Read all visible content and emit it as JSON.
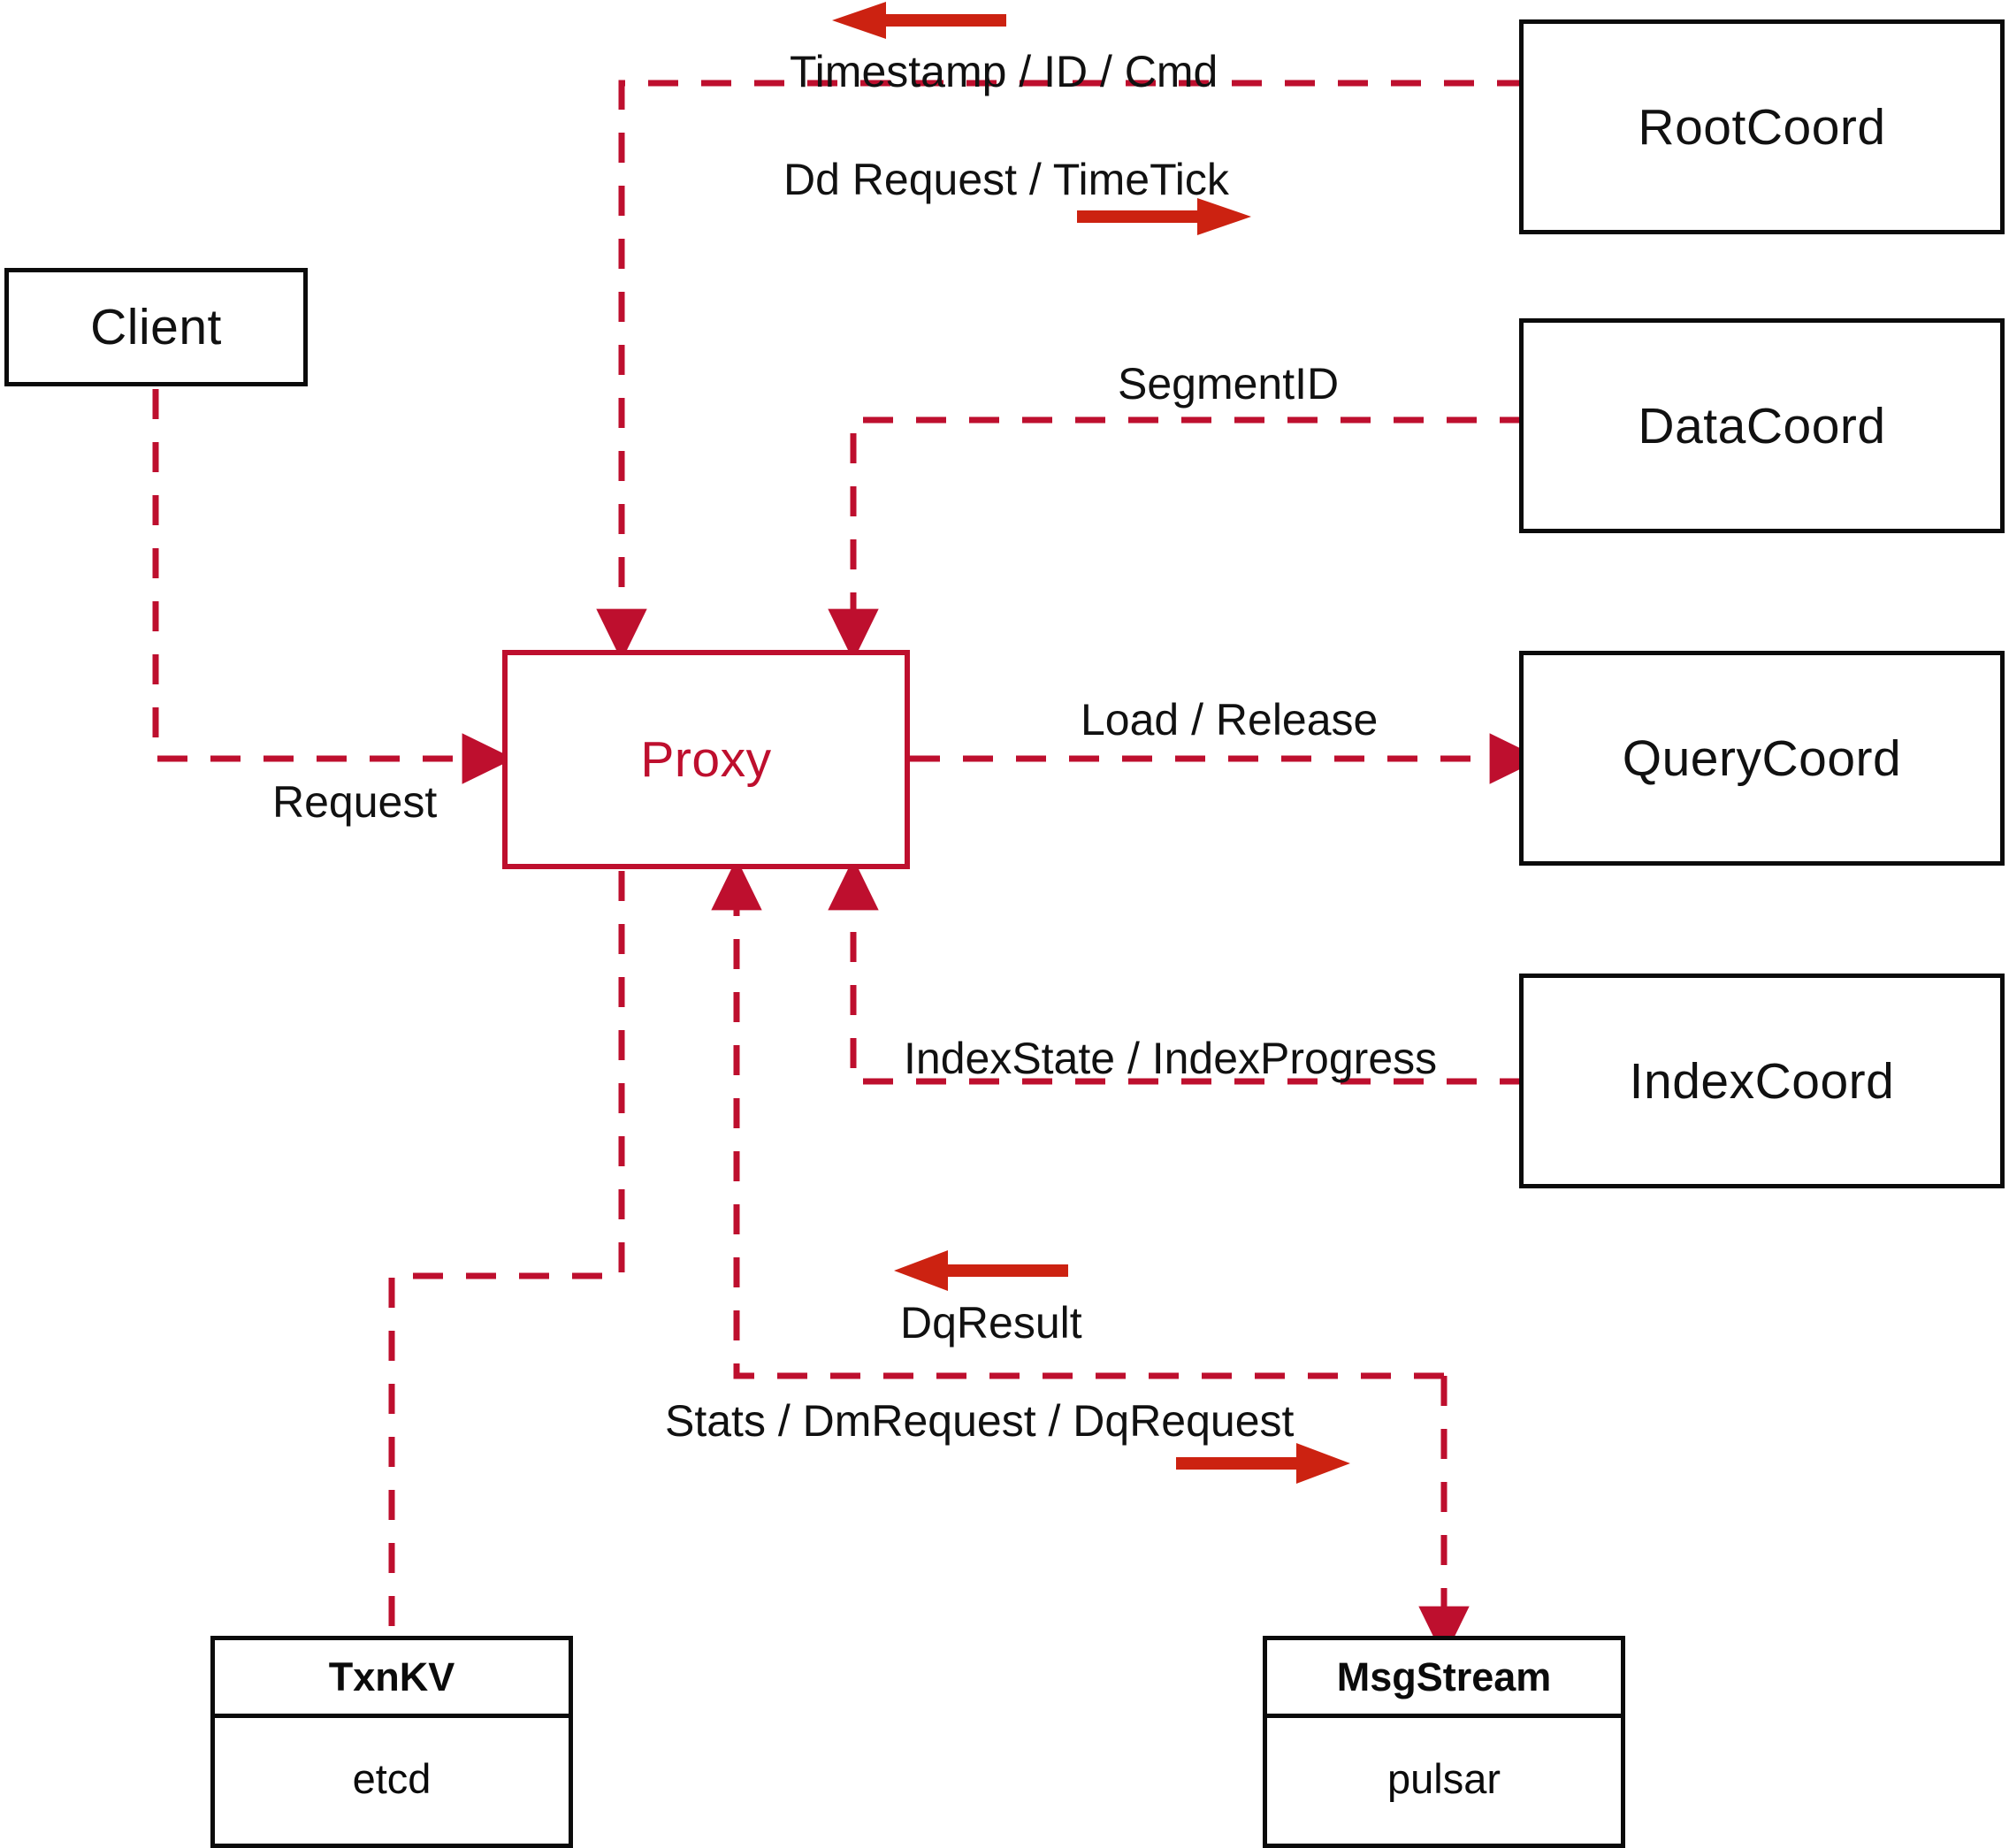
{
  "diagram": {
    "title": "Milvus Proxy interaction diagram",
    "colors": {
      "dashed_line": "#be0f2e",
      "proxy_stroke": "#be0f2e",
      "proxy_text": "#be0f2e",
      "solid_arrow": "#cc2211",
      "box_stroke": "#0b0b0b",
      "text": "#111111",
      "background": "#ffffff"
    },
    "nodes": [
      {
        "id": "client",
        "label": "Client"
      },
      {
        "id": "proxy",
        "label": "Proxy"
      },
      {
        "id": "rootcoord",
        "label": "RootCoord"
      },
      {
        "id": "datacoord",
        "label": "DataCoord"
      },
      {
        "id": "querycoord",
        "label": "QueryCoord"
      },
      {
        "id": "indexcoord",
        "label": "IndexCoord"
      }
    ],
    "stacks": [
      {
        "id": "txnkv",
        "title": "TxnKV",
        "body": "etcd"
      },
      {
        "id": "msgstream",
        "title": "MsgStream",
        "body": "pulsar"
      }
    ],
    "edge_labels": [
      {
        "id": "timestamp-id-cmd",
        "text": "Timestamp / ID / Cmd"
      },
      {
        "id": "dd-request-timetick",
        "text": "Dd Request / TimeTick"
      },
      {
        "id": "segmentid",
        "text": "SegmentID"
      },
      {
        "id": "load-release",
        "text": "Load / Release"
      },
      {
        "id": "indexstate",
        "text": "IndexState / IndexProgress"
      },
      {
        "id": "request",
        "text": "Request"
      },
      {
        "id": "dqresult",
        "text": "DqResult"
      },
      {
        "id": "stats-dm-dq",
        "text": "Stats / DmRequest / DqRequest"
      }
    ]
  }
}
